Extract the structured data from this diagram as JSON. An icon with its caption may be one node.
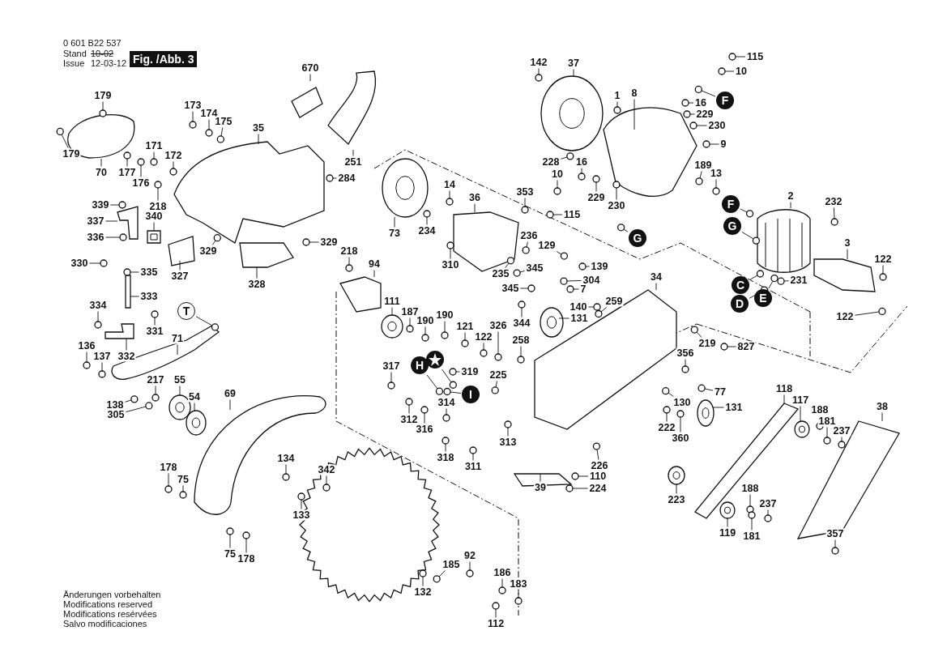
{
  "diagram": {
    "nodes": [
      {
        "text": [
          "670"
        ]
      },
      {
        "text": [
          "179"
        ]
      },
      {
        "text": [
          "179"
        ]
      },
      {
        "text": [
          "173"
        ]
      },
      {
        "text": [
          "174"
        ]
      },
      {
        "text": [
          "175"
        ]
      },
      {
        "text": [
          "35"
        ]
      },
      {
        "text": [
          "70"
        ]
      },
      {
        "text": [
          "171"
        ]
      },
      {
        "text": [
          "177"
        ]
      },
      {
        "text": [
          "176"
        ]
      },
      {
        "text": [
          "172"
        ]
      },
      {
        "text": [
          "218"
        ]
      },
      {
        "text": [
          "284"
        ]
      },
      {
        "text": [
          "251"
        ]
      },
      {
        "text": [
          "339"
        ]
      },
      {
        "text": [
          "337"
        ]
      },
      {
        "text": [
          "340"
        ]
      },
      {
        "text": [
          "336"
        ]
      },
      {
        "text": [
          "329"
        ]
      },
      {
        "text": [
          "329"
        ]
      },
      {
        "text": [
          "330"
        ]
      },
      {
        "text": [
          "335"
        ]
      },
      {
        "text": [
          "327"
        ]
      },
      {
        "text": [
          "328"
        ]
      },
      {
        "text": [
          "333"
        ]
      },
      {
        "text": [
          "334"
        ]
      },
      {
        "text": [
          "331"
        ]
      },
      {
        "text": [
          "T"
        ]
      },
      {
        "text": [
          "71"
        ]
      },
      {
        "text": [
          "136"
        ]
      },
      {
        "text": [
          "137"
        ]
      },
      {
        "text": [
          "332"
        ]
      },
      {
        "text": [
          "217"
        ]
      },
      {
        "text": [
          "55"
        ]
      },
      {
        "text": [
          "138"
        ]
      },
      {
        "text": [
          "305"
        ]
      },
      {
        "text": [
          "54"
        ]
      },
      {
        "text": [
          "69"
        ]
      },
      {
        "text": [
          "178"
        ]
      },
      {
        "text": [
          "75"
        ]
      },
      {
        "text": [
          "134"
        ]
      },
      {
        "text": [
          "342"
        ]
      },
      {
        "text": [
          "133"
        ]
      },
      {
        "text": [
          "75"
        ]
      },
      {
        "text": [
          "178"
        ]
      },
      {
        "text": [
          "132"
        ]
      },
      {
        "text": [
          "185"
        ]
      },
      {
        "text": [
          "92"
        ]
      },
      {
        "text": [
          "186"
        ]
      },
      {
        "text": [
          "183"
        ]
      },
      {
        "text": [
          "112"
        ]
      },
      {
        "text": [
          "142"
        ]
      },
      {
        "text": [
          "37"
        ]
      },
      {
        "text": [
          "1"
        ]
      },
      {
        "text": [
          "8"
        ]
      },
      {
        "text": [
          "228"
        ]
      },
      {
        "text": [
          "16"
        ]
      },
      {
        "text": [
          "10"
        ]
      },
      {
        "text": [
          "229"
        ]
      },
      {
        "text": [
          "230"
        ]
      },
      {
        "text": [
          "115"
        ]
      },
      {
        "text": [
          "14"
        ]
      },
      {
        "text": [
          "36"
        ]
      },
      {
        "text": [
          "353"
        ]
      },
      {
        "text": [
          "73"
        ]
      },
      {
        "text": [
          "234"
        ]
      },
      {
        "text": [
          "310"
        ]
      },
      {
        "text": [
          "236"
        ]
      },
      {
        "text": [
          "129"
        ]
      },
      {
        "text": [
          "139"
        ]
      },
      {
        "text": [
          "235"
        ]
      },
      {
        "text": [
          "345"
        ]
      },
      {
        "text": [
          "345"
        ]
      },
      {
        "text": [
          "304"
        ]
      },
      {
        "text": [
          "7"
        ]
      },
      {
        "text": [
          "140"
        ]
      },
      {
        "text": [
          "131"
        ]
      },
      {
        "text": [
          "259"
        ]
      },
      {
        "text": [
          "344"
        ]
      },
      {
        "text": [
          "34"
        ]
      },
      {
        "text": [
          "218"
        ]
      },
      {
        "text": [
          "94"
        ]
      },
      {
        "text": [
          "111"
        ]
      },
      {
        "text": [
          "187"
        ]
      },
      {
        "text": [
          "190"
        ]
      },
      {
        "text": [
          "190"
        ]
      },
      {
        "text": [
          "121"
        ]
      },
      {
        "text": [
          "122"
        ]
      },
      {
        "text": [
          "326"
        ]
      },
      {
        "text": [
          "258"
        ]
      },
      {
        "text": [
          "317"
        ]
      },
      {
        "text": [
          "H"
        ]
      },
      {
        "text": [],
        "shape": "circle"
      },
      {
        "text": [
          "319"
        ]
      },
      {
        "text": [
          "225"
        ]
      },
      {
        "text": [
          "I"
        ]
      },
      {
        "text": [
          "312"
        ]
      },
      {
        "text": [
          "314"
        ]
      },
      {
        "text": [
          "316"
        ]
      },
      {
        "text": [
          "313"
        ]
      },
      {
        "text": [
          "318"
        ]
      },
      {
        "text": [
          "311"
        ]
      },
      {
        "text": [
          "39"
        ]
      },
      {
        "text": [
          "226"
        ]
      },
      {
        "text": [
          "110"
        ]
      },
      {
        "text": [
          "224"
        ]
      },
      {
        "text": [
          "223"
        ]
      },
      {
        "text": [
          "115"
        ]
      },
      {
        "text": [
          "10"
        ]
      },
      {
        "text": [
          "F"
        ]
      },
      {
        "text": [
          "16"
        ]
      },
      {
        "text": [
          "229"
        ]
      },
      {
        "text": [
          "230"
        ]
      },
      {
        "text": [
          "9"
        ]
      },
      {
        "text": [
          "189"
        ]
      },
      {
        "text": [
          "13"
        ]
      },
      {
        "text": [
          "2"
        ]
      },
      {
        "text": [
          "232"
        ]
      },
      {
        "text": [
          "F"
        ]
      },
      {
        "text": [
          "G"
        ]
      },
      {
        "text": [
          "G"
        ]
      },
      {
        "text": [
          "3"
        ]
      },
      {
        "text": [
          "122"
        ]
      },
      {
        "text": [
          "231"
        ]
      },
      {
        "text": [
          "C"
        ]
      },
      {
        "text": [
          "D"
        ]
      },
      {
        "text": [
          "E"
        ]
      },
      {
        "text": [
          "122"
        ]
      },
      {
        "text": [
          "219"
        ]
      },
      {
        "text": [
          "827"
        ]
      },
      {
        "text": [
          "356"
        ]
      },
      {
        "text": [
          "77"
        ]
      },
      {
        "text": [
          "130"
        ]
      },
      {
        "text": [
          "131"
        ]
      },
      {
        "text": [
          "222"
        ]
      },
      {
        "text": [
          "360"
        ]
      },
      {
        "text": [
          "118"
        ]
      },
      {
        "text": [
          "117"
        ]
      },
      {
        "text": [
          "188"
        ]
      },
      {
        "text": [
          "181"
        ]
      },
      {
        "text": [
          "237"
        ]
      },
      {
        "text": [
          "38"
        ]
      },
      {
        "text": [
          "188"
        ]
      },
      {
        "text": [
          "237"
        ]
      },
      {
        "text": [
          "119"
        ]
      },
      {
        "text": [
          "181"
        ]
      },
      {
        "text": [
          "357"
        ]
      },
      {
        "text": [],
        "shape": "picture"
      },
      {
        "text": [],
        "shape": "circle"
      },
      {
        "text": [],
        "shape": "circle"
      },
      {
        "text": [],
        "shape": "circle"
      },
      {
        "text": [],
        "shape": "circle"
      },
      {
        "text": [],
        "shape": "circle"
      },
      {
        "text": [],
        "shape": "picture"
      },
      {
        "text": [],
        "shape": "picture"
      },
      {
        "text": [],
        "shape": "circle"
      },
      {
        "text": [],
        "shape": "circle"
      },
      {
        "text": [],
        "shape": "circle"
      },
      {
        "text": [],
        "shape": "circle"
      },
      {
        "text": [],
        "shape": "circle"
      },
      {
        "text": [],
        "shape": "circle"
      },
      {
        "text": [],
        "shape": "picture"
      },
      {
        "text": [],
        "shape": "circle"
      },
      {
        "text": [],
        "shape": "picture"
      },
      {
        "text": [],
        "shape": "picture"
      },
      {
        "text": [],
        "shape": "circle"
      },
      {
        "text": [],
        "shape": "circle"
      },
      {
        "text": [],
        "shape": "circle"
      },
      {
        "text": [],
        "shape": "circle"
      },
      {
        "text": [],
        "shape": "circle"
      },
      {
        "text": [],
        "shape": "picture"
      },
      {
        "text": [],
        "shape": "picture"
      },
      {
        "text": [],
        "shape": "picture"
      },
      {
        "text": [],
        "shape": "circle"
      },
      {
        "text": [],
        "shape": "circle"
      },
      {
        "text": [],
        "shape": "circle"
      },
      {
        "text": [],
        "shape": "picture"
      },
      {
        "text": [],
        "shape": "circle"
      },
      {
        "text": [],
        "shape": "circle"
      },
      {
        "text": [],
        "shape": "picture"
      },
      {
        "text": [],
        "shape": "circle"
      },
      {
        "text": [],
        "shape": "picture"
      },
      {
        "text": [],
        "shape": "circle"
      },
      {
        "text": [],
        "shape": "circle"
      },
      {
        "text": [],
        "shape": "picture"
      },
      {
        "text": [],
        "shape": "picture"
      },
      {
        "text": [],
        "shape": "circle"
      },
      {
        "text": [],
        "shape": "circle"
      },
      {
        "text": [],
        "shape": "circle"
      },
      {
        "text": [],
        "shape": "circle"
      },
      {
        "text": [],
        "shape": "circle"
      },
      {
        "text": [],
        "shape": "circle"
      },
      {
        "text": [],
        "shape": "circle"
      },
      {
        "text": [],
        "shape": "circle"
      },
      {
        "text": [],
        "shape": "circle"
      },
      {
        "text": [],
        "shape": "circle"
      },
      {
        "text": [],
        "shape": "circle"
      },
      {
        "text": [],
        "shape": "circle"
      },
      {
        "text": [],
        "shape": "circle"
      },
      {
        "text": [],
        "shape": "circle"
      },
      {
        "text": [],
        "shape": "picture"
      },
      {
        "text": [],
        "shape": "circle"
      },
      {
        "text": [],
        "shape": "picture"
      },
      {
        "text": [],
        "shape": "circle"
      },
      {
        "text": [],
        "shape": "circle"
      },
      {
        "text": [],
        "shape": "circle"
      },
      {
        "text": [],
        "shape": "circle"
      },
      {
        "text": [],
        "shape": "circle"
      },
      {
        "text": [],
        "shape": "circle"
      },
      {
        "text": [],
        "shape": "circle"
      },
      {
        "text": [],
        "shape": "picture"
      },
      {
        "text": [],
        "shape": "circle"
      },
      {
        "text": [],
        "shape": "picture"
      },
      {
        "text": [],
        "shape": "circle"
      },
      {
        "text": [],
        "shape": "circle"
      },
      {
        "text": [],
        "shape": "circle"
      },
      {
        "text": [],
        "shape": "circle"
      },
      {
        "text": [],
        "shape": "circle"
      },
      {
        "text": [],
        "shape": "circle"
      },
      {
        "text": [],
        "shape": "circle"
      },
      {
        "text": [],
        "shape": "circle"
      },
      {
        "text": [],
        "shape": "circle"
      },
      {
        "text": [],
        "shape": "circle"
      },
      {
        "text": [],
        "shape": "circle"
      },
      {
        "text": [],
        "shape": "picture"
      },
      {
        "text": [],
        "shape": "circle"
      },
      {
        "text": [],
        "shape": "circle"
      },
      {
        "text": [],
        "shape": "picture"
      },
      {
        "text": [],
        "shape": "circle"
      },
      {
        "text": [],
        "shape": "picture"
      },
      {
        "text": [],
        "shape": "picture"
      },
      {
        "text": [],
        "shape": "circle"
      },
      {
        "text": [],
        "shape": "circle"
      },
      {
        "text": [],
        "shape": "circle"
      },
      {
        "text": [],
        "shape": "circle"
      },
      {
        "text": [],
        "shape": "circle"
      },
      {
        "text": [],
        "shape": "circle"
      },
      {
        "text": [],
        "shape": "circle"
      },
      {
        "text": [],
        "shape": "circle"
      },
      {
        "text": [],
        "shape": "circle"
      },
      {
        "text": [],
        "shape": "circle"
      },
      {
        "text": [],
        "shape": "circle"
      },
      {
        "text": [],
        "shape": "circle"
      },
      {
        "text": [],
        "shape": "circle"
      },
      {
        "text": [],
        "shape": "circle"
      },
      {
        "text": [],
        "shape": "circle"
      },
      {
        "text": [],
        "shape": "circle"
      },
      {
        "text": [],
        "shape": "circle"
      },
      {
        "text": [],
        "shape": "circle"
      },
      {
        "text": [],
        "shape": "circle"
      },
      {
        "text": [],
        "shape": "picture"
      },
      {
        "text": [],
        "shape": "circle"
      },
      {
        "text": [],
        "shape": "circle"
      },
      {
        "text": [],
        "shape": "circle"
      },
      {
        "text": [],
        "shape": "picture"
      },
      {
        "text": [],
        "shape": "circle"
      },
      {
        "text": [],
        "shape": "circle"
      },
      {
        "text": [],
        "shape": "circle"
      },
      {
        "text": [],
        "shape": "circle"
      },
      {
        "text": [],
        "shape": "circle"
      },
      {
        "text": [],
        "shape": "circle"
      },
      {
        "text": [],
        "shape": "circle"
      },
      {
        "text": [],
        "shape": "circle"
      },
      {
        "text": [],
        "shape": "circle"
      },
      {
        "text": [],
        "shape": "picture"
      },
      {
        "text": [],
        "shape": "circle"
      },
      {
        "text": [],
        "shape": "circle"
      },
      {
        "text": [],
        "shape": "circle"
      },
      {
        "text": [],
        "shape": "circle"
      },
      {
        "text": [],
        "shape": "picture"
      },
      {
        "text": [],
        "shape": "circle"
      },
      {
        "text": [],
        "shape": "circle"
      },
      {
        "text": [],
        "shape": "circle"
      },
      {
        "text": [],
        "shape": "circle"
      },
      {
        "text": [],
        "shape": "circle"
      },
      {
        "text": [],
        "shape": "circle"
      },
      {
        "text": [],
        "shape": "circle"
      },
      {
        "text": [],
        "shape": "circle"
      },
      {
        "text": [],
        "shape": "circle"
      },
      {
        "text": [],
        "shape": "circle"
      },
      {
        "text": [],
        "shape": "circle"
      },
      {
        "text": [],
        "shape": "picture"
      },
      {
        "text": [],
        "shape": "circle"
      },
      {
        "text": [],
        "shape": "circle"
      },
      {
        "text": [],
        "shape": "picture"
      },
      {
        "text": [],
        "shape": "picture"
      },
      {
        "text": [],
        "shape": "circle"
      },
      {
        "text": [],
        "shape": "circle"
      },
      {
        "text": [],
        "shape": "circle"
      },
      {
        "text": [],
        "shape": "picture"
      },
      {
        "text": [],
        "shape": "circle"
      },
      {
        "text": [],
        "shape": "circle"
      },
      {
        "text": [],
        "shape": "picture"
      },
      {
        "text": [],
        "shape": "circle"
      },
      {
        "text": [],
        "shape": "circle"
      }
    ],
    "edges": [
      {
        "from": 0,
        "to": 148,
        "arrow": "none"
      },
      {
        "from": 1,
        "to": 149,
        "arrow": "none"
      },
      {
        "from": 2,
        "to": 150,
        "arrow": "none"
      },
      {
        "from": 3,
        "to": 151,
        "arrow": "none"
      },
      {
        "from": 4,
        "to": 152,
        "arrow": "none"
      },
      {
        "from": 5,
        "to": 153,
        "arrow": "none"
      },
      {
        "from": 6,
        "to": 154,
        "arrow": "none"
      },
      {
        "from": 7,
        "to": 155,
        "arrow": "none"
      },
      {
        "from": 8,
        "to": 156,
        "arrow": "none"
      },
      {
        "from": 9,
        "to": 157,
        "arrow": "none"
      },
      {
        "from": 10,
        "to": 158,
        "arrow": "none"
      },
      {
        "from": 11,
        "to": 159,
        "arrow": "none"
      },
      {
        "from": 12,
        "to": 160,
        "arrow": "none"
      },
      {
        "from": 13,
        "to": 161,
        "arrow": "none"
      },
      {
        "from": 14,
        "to": 162,
        "arrow": "none"
      },
      {
        "from": 15,
        "to": 163,
        "arrow": "none"
      },
      {
        "from": 16,
        "to": 164,
        "arrow": "none"
      },
      {
        "from": 17,
        "to": 165,
        "arrow": "none"
      },
      {
        "from": 18,
        "to": 166,
        "arrow": "none"
      },
      {
        "from": 19,
        "to": 167,
        "arrow": "none"
      },
      {
        "from": 20,
        "to": 168,
        "arrow": "none"
      },
      {
        "from": 21,
        "to": 169,
        "arrow": "none"
      },
      {
        "from": 22,
        "to": 170,
        "arrow": "none"
      },
      {
        "from": 23,
        "to": 171,
        "arrow": "none"
      },
      {
        "from": 24,
        "to": 172,
        "arrow": "none"
      },
      {
        "from": 25,
        "to": 173,
        "arrow": "none"
      },
      {
        "from": 26,
        "to": 174,
        "arrow": "none"
      },
      {
        "from": 27,
        "to": 175,
        "arrow": "none"
      },
      {
        "from": 28,
        "to": 176,
        "arrow": "none"
      },
      {
        "from": 29,
        "to": 177,
        "arrow": "none"
      },
      {
        "from": 30,
        "to": 178,
        "arrow": "none"
      },
      {
        "from": 31,
        "to": 179,
        "arrow": "none"
      },
      {
        "from": 32,
        "to": 180,
        "arrow": "none"
      },
      {
        "from": 33,
        "to": 181,
        "arrow": "none"
      },
      {
        "from": 34,
        "to": 182,
        "arrow": "none"
      },
      {
        "from": 35,
        "to": 183,
        "arrow": "none"
      },
      {
        "from": 36,
        "to": 184,
        "arrow": "none"
      },
      {
        "from": 37,
        "to": 185,
        "arrow": "none"
      },
      {
        "from": 38,
        "to": 186,
        "arrow": "none"
      },
      {
        "from": 39,
        "to": 187,
        "arrow": "none"
      },
      {
        "from": 40,
        "to": 188,
        "arrow": "none"
      },
      {
        "from": 41,
        "to": 189,
        "arrow": "none"
      },
      {
        "from": 42,
        "to": 190,
        "arrow": "none"
      },
      {
        "from": 43,
        "to": 191,
        "arrow": "none"
      },
      {
        "from": 44,
        "to": 192,
        "arrow": "none"
      },
      {
        "from": 45,
        "to": 193,
        "arrow": "none"
      },
      {
        "from": 46,
        "to": 194,
        "arrow": "none"
      },
      {
        "from": 47,
        "to": 195,
        "arrow": "none"
      },
      {
        "from": 48,
        "to": 196,
        "arrow": "none"
      },
      {
        "from": 49,
        "to": 197,
        "arrow": "none"
      },
      {
        "from": 50,
        "to": 198,
        "arrow": "none"
      },
      {
        "from": 51,
        "to": 199,
        "arrow": "none"
      },
      {
        "from": 52,
        "to": 200,
        "arrow": "none"
      },
      {
        "from": 53,
        "to": 201,
        "arrow": "none"
      },
      {
        "from": 54,
        "to": 202,
        "arrow": "none"
      },
      {
        "from": 55,
        "to": 203,
        "arrow": "none"
      },
      {
        "from": 56,
        "to": 204,
        "arrow": "none"
      },
      {
        "from": 57,
        "to": 205,
        "arrow": "none"
      },
      {
        "from": 58,
        "to": 206,
        "arrow": "none"
      },
      {
        "from": 59,
        "to": 207,
        "arrow": "none"
      },
      {
        "from": 60,
        "to": 208,
        "arrow": "none"
      },
      {
        "from": 61,
        "to": 209,
        "arrow": "none"
      },
      {
        "from": 62,
        "to": 210,
        "arrow": "none"
      },
      {
        "from": 63,
        "to": 211,
        "arrow": "none"
      },
      {
        "from": 64,
        "to": 212,
        "arrow": "none"
      },
      {
        "from": 65,
        "to": 213,
        "arrow": "none"
      },
      {
        "from": 66,
        "to": 214,
        "arrow": "none"
      },
      {
        "from": 67,
        "to": 215,
        "arrow": "none"
      },
      {
        "from": 68,
        "to": 216,
        "arrow": "none"
      },
      {
        "from": 69,
        "to": 217,
        "arrow": "none"
      },
      {
        "from": 70,
        "to": 218,
        "arrow": "none"
      },
      {
        "from": 71,
        "to": 219,
        "arrow": "none"
      },
      {
        "from": 72,
        "to": 220,
        "arrow": "none"
      },
      {
        "from": 73,
        "to": 221,
        "arrow": "none"
      },
      {
        "from": 74,
        "to": 222,
        "arrow": "none"
      },
      {
        "from": 75,
        "to": 223,
        "arrow": "none"
      },
      {
        "from": 76,
        "to": 224,
        "arrow": "none"
      },
      {
        "from": 77,
        "to": 225,
        "arrow": "none"
      },
      {
        "from": 78,
        "to": 226,
        "arrow": "none"
      },
      {
        "from": 79,
        "to": 227,
        "arrow": "none"
      },
      {
        "from": 80,
        "to": 228,
        "arrow": "none"
      },
      {
        "from": 81,
        "to": 229,
        "arrow": "none"
      },
      {
        "from": 82,
        "to": 230,
        "arrow": "none"
      },
      {
        "from": 83,
        "to": 231,
        "arrow": "none"
      },
      {
        "from": 84,
        "to": 232,
        "arrow": "none"
      },
      {
        "from": 85,
        "to": 233,
        "arrow": "none"
      },
      {
        "from": 86,
        "to": 234,
        "arrow": "none"
      },
      {
        "from": 87,
        "to": 235,
        "arrow": "none"
      },
      {
        "from": 88,
        "to": 236,
        "arrow": "none"
      },
      {
        "from": 89,
        "to": 237,
        "arrow": "none"
      },
      {
        "from": 90,
        "to": 238,
        "arrow": "none"
      },
      {
        "from": 91,
        "to": 239,
        "arrow": "none"
      },
      {
        "from": 92,
        "to": 240,
        "arrow": "none"
      },
      {
        "from": 93,
        "to": 241,
        "arrow": "none"
      },
      {
        "from": 94,
        "to": 242,
        "arrow": "none"
      },
      {
        "from": 95,
        "to": 243,
        "arrow": "none"
      },
      {
        "from": 96,
        "to": 244,
        "arrow": "none"
      },
      {
        "from": 97,
        "to": 245,
        "arrow": "none"
      },
      {
        "from": 98,
        "to": 246,
        "arrow": "none"
      },
      {
        "from": 99,
        "to": 247,
        "arrow": "none"
      },
      {
        "from": 100,
        "to": 248,
        "arrow": "none"
      },
      {
        "from": 101,
        "to": 249,
        "arrow": "none"
      },
      {
        "from": 102,
        "to": 250,
        "arrow": "none"
      },
      {
        "from": 103,
        "to": 251,
        "arrow": "none"
      },
      {
        "from": 104,
        "to": 252,
        "arrow": "none"
      },
      {
        "from": 105,
        "to": 253,
        "arrow": "none"
      },
      {
        "from": 106,
        "to": 254,
        "arrow": "none"
      },
      {
        "from": 107,
        "to": 255,
        "arrow": "none"
      },
      {
        "from": 108,
        "to": 256,
        "arrow": "none"
      },
      {
        "from": 109,
        "to": 257,
        "arrow": "none"
      },
      {
        "from": 110,
        "to": 258,
        "arrow": "none"
      },
      {
        "from": 111,
        "to": 259,
        "arrow": "none"
      },
      {
        "from": 112,
        "to": 260,
        "arrow": "none"
      },
      {
        "from": 113,
        "to": 261,
        "arrow": "none"
      },
      {
        "from": 114,
        "to": 262,
        "arrow": "none"
      },
      {
        "from": 115,
        "to": 263,
        "arrow": "none"
      },
      {
        "from": 116,
        "to": 264,
        "arrow": "none"
      },
      {
        "from": 117,
        "to": 265,
        "arrow": "none"
      },
      {
        "from": 118,
        "to": 266,
        "arrow": "none"
      },
      {
        "from": 119,
        "to": 267,
        "arrow": "none"
      },
      {
        "from": 120,
        "to": 268,
        "arrow": "none"
      },
      {
        "from": 121,
        "to": 269,
        "arrow": "none"
      },
      {
        "from": 122,
        "to": 270,
        "arrow": "none"
      },
      {
        "from": 123,
        "to": 271,
        "arrow": "none"
      },
      {
        "from": 124,
        "to": 272,
        "arrow": "none"
      },
      {
        "from": 125,
        "to": 273,
        "arrow": "none"
      },
      {
        "from": 126,
        "to": 274,
        "arrow": "none"
      },
      {
        "from": 127,
        "to": 275,
        "arrow": "none"
      },
      {
        "from": 128,
        "to": 276,
        "arrow": "none"
      },
      {
        "from": 129,
        "to": 277,
        "arrow": "none"
      },
      {
        "from": 130,
        "to": 278,
        "arrow": "none"
      },
      {
        "from": 131,
        "to": 279,
        "arrow": "none"
      },
      {
        "from": 132,
        "to": 280,
        "arrow": "none"
      },
      {
        "from": 133,
        "to": 281,
        "arrow": "none"
      },
      {
        "from": 134,
        "to": 282,
        "arrow": "none"
      },
      {
        "from": 135,
        "to": 283,
        "arrow": "none"
      },
      {
        "from": 136,
        "to": 284,
        "arrow": "none"
      },
      {
        "from": 137,
        "to": 285,
        "arrow": "none"
      },
      {
        "from": 138,
        "to": 286,
        "arrow": "none"
      },
      {
        "from": 139,
        "to": 287,
        "arrow": "none"
      },
      {
        "from": 140,
        "to": 288,
        "arrow": "none"
      },
      {
        "from": 141,
        "to": 289,
        "arrow": "none"
      },
      {
        "from": 142,
        "to": 290,
        "arrow": "none"
      },
      {
        "from": 143,
        "to": 291,
        "arrow": "none"
      },
      {
        "from": 144,
        "to": 292,
        "arrow": "none"
      },
      {
        "from": 145,
        "to": 293,
        "arrow": "none"
      },
      {
        "from": 146,
        "to": 294,
        "arrow": "none"
      },
      {
        "from": 147,
        "to": 295,
        "arrow": "none"
      }
    ],
    "labels": [
      "0 601 B22 537",
      "Stand",
      "10-02",
      "Issue",
      "12-03-12",
      "Fig. /Abb. 3",
      "Änderungen vorbehalten",
      "Modifications reserved",
      "Modifications resérvées",
      "Salvo modificaciones"
    ]
  }
}
